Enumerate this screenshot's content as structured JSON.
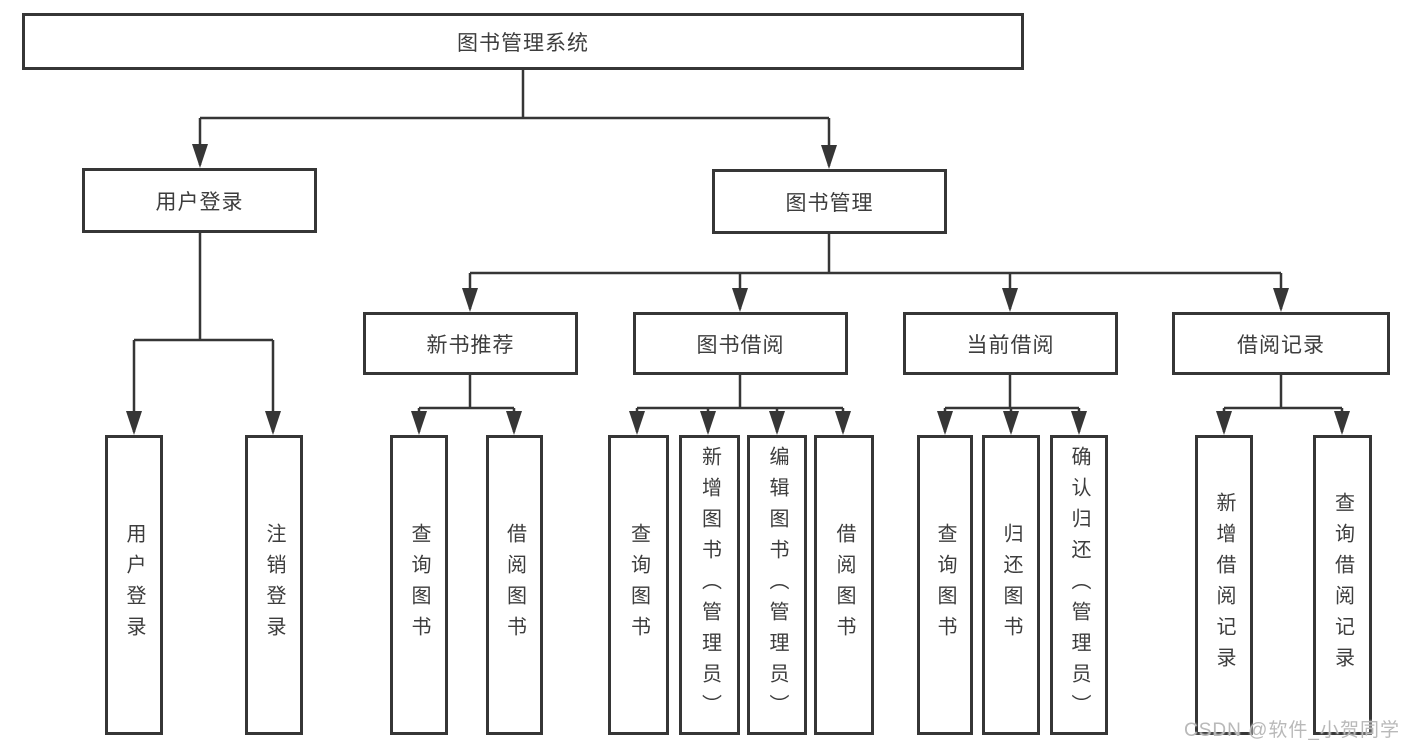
{
  "diagram": {
    "title": "图书管理系统",
    "type": "functional-structure-tree",
    "nodes": {
      "root": {
        "label": "图书管理系统"
      },
      "level2": [
        {
          "id": "user-login",
          "label": "用户登录",
          "parent": "图书管理系统"
        },
        {
          "id": "book-management",
          "label": "图书管理",
          "parent": "图书管理系统"
        }
      ],
      "level3": [
        {
          "id": "new-book-recommendation",
          "label": "新书推荐",
          "parent": "图书管理"
        },
        {
          "id": "book-borrowing",
          "label": "图书借阅",
          "parent": "图书管理"
        },
        {
          "id": "current-borrowing",
          "label": "当前借阅",
          "parent": "图书管理"
        },
        {
          "id": "borrowing-records",
          "label": "借阅记录",
          "parent": "图书管理"
        }
      ],
      "leaves": [
        {
          "label": "用户登录",
          "parent": "用户登录"
        },
        {
          "label": "注销登录",
          "parent": "用户登录"
        },
        {
          "label": "查询图书",
          "parent": "新书推荐"
        },
        {
          "label": "借阅图书",
          "parent": "新书推荐"
        },
        {
          "label": "查询图书",
          "parent": "图书借阅"
        },
        {
          "label": "新增图书（管理员）",
          "parent": "图书借阅"
        },
        {
          "label": "编辑图书（管理员）",
          "parent": "图书借阅"
        },
        {
          "label": "借阅图书",
          "parent": "图书借阅"
        },
        {
          "label": "查询图书",
          "parent": "当前借阅"
        },
        {
          "label": "归还图书",
          "parent": "当前借阅"
        },
        {
          "label": "确认归还（管理员）",
          "parent": "当前借阅"
        },
        {
          "label": "新增借阅记录",
          "parent": "借阅记录"
        },
        {
          "label": "查询借阅记录",
          "parent": "借阅记录"
        }
      ]
    },
    "watermark": "CSDN @软件_小贺同学",
    "colors": {
      "line": "#363636",
      "box_border": "#363636",
      "text": "#3d3d3d",
      "watermark": "#b9b9b9",
      "background": "#ffffff"
    }
  }
}
